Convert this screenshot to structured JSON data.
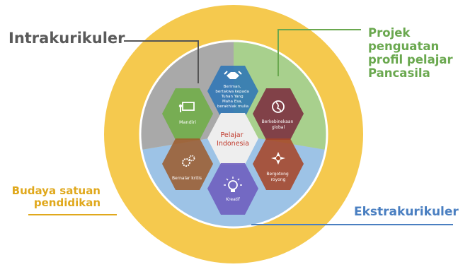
{
  "labels": {
    "intrakurikuler": "Intrakurikuler",
    "projek": [
      "Projek",
      "penguatan",
      "profil pelajar",
      "Pancasila"
    ],
    "budaya": [
      "Budaya satuan",
      "pendidikan"
    ],
    "ekstrakurikuler": "Ekstrakurikuler"
  },
  "center": [
    "Pelajar",
    "Indonesia"
  ],
  "hexes": {
    "beriman": [
      "Beriman,",
      "bertakwa kepada",
      "Tuhan Yang",
      "Maha Esa,",
      "berakhlak mulia"
    ],
    "mandiri": [
      "Mandiri"
    ],
    "berkebinekaan": [
      "Berkebinekaan",
      "global"
    ],
    "bernalar": [
      "Bernalar kritis"
    ],
    "gotong": [
      "Bergotong",
      "royong"
    ],
    "kreatif": [
      "Kreatif"
    ]
  },
  "colors": {
    "budaya_ring": "#f5c94e",
    "intra_sector": "#a9a9a9",
    "projek_sector": "#a8d08d",
    "ekstra_sector": "#9dc3e6",
    "hex_beriman": "#2e75b6",
    "hex_mandiri": "#70ad47",
    "hex_berkebinekaan": "#7b2c3f",
    "hex_bernalar": "#9c5b2a",
    "hex_gotong": "#a64529",
    "hex_kreatif": "#6f5fbf"
  },
  "icons": {
    "beriman": "handshake-icon",
    "mandiri": "teacher-board-icon",
    "berkebinekaan": "globe-icon",
    "bernalar": "gears-icon",
    "gotong": "people-circle-icon",
    "kreatif": "lightbulb-icon"
  }
}
